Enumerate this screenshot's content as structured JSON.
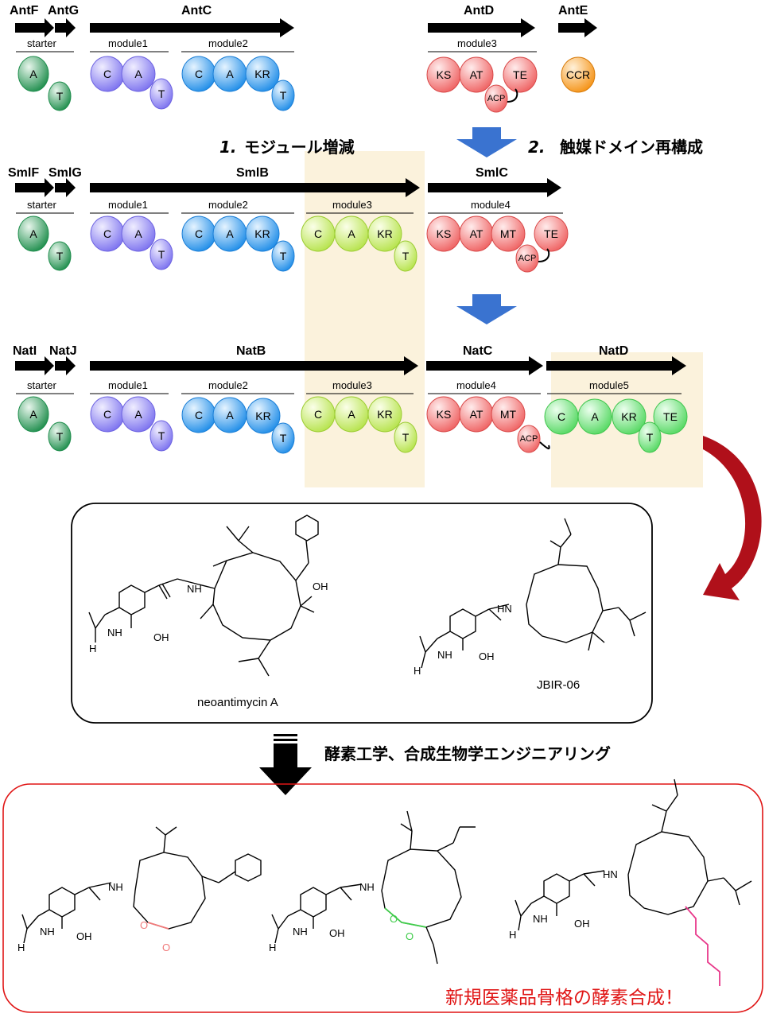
{
  "row1": {
    "genes": [
      "AntF",
      "AntG",
      "AntC",
      "AntD",
      "AntE"
    ],
    "modules": [
      "starter",
      "module1",
      "module2",
      "module3"
    ]
  },
  "row2": {
    "genes": [
      "SmlF",
      "SmlG",
      "SmlB",
      "SmlC"
    ],
    "modules": [
      "starter",
      "module1",
      "module2",
      "module3",
      "module4"
    ]
  },
  "row3": {
    "genes": [
      "NatI",
      "NatJ",
      "NatB",
      "NatC",
      "NatD"
    ],
    "modules": [
      "starter",
      "module1",
      "module2",
      "module3",
      "module4",
      "module5"
    ]
  },
  "steps": {
    "step1_num": "1.",
    "step1_text": "モジュール増減",
    "step2_num": "2.",
    "step2_text": "触媒ドメイン再構成"
  },
  "domains": {
    "A": "A",
    "T": "T",
    "C": "C",
    "KR": "KR",
    "KS": "KS",
    "AT": "AT",
    "TE": "TE",
    "ACP": "ACP",
    "CCR": "CCR",
    "MT": "MT"
  },
  "compounds": {
    "name1": "neoantimycin A",
    "name2": "JBIR-06",
    "atoms": {
      "N": "N",
      "H": "H",
      "NH": "NH",
      "OH": "OH",
      "HN": "HN",
      "O": "O"
    }
  },
  "engineering_label": "酵素工学、合成生物学エンジニアリング",
  "result_label": "新規医薬品骨格の酵素合成！",
  "colors": {
    "starter_green": "#2e9e5e",
    "purple": "#8c84f0",
    "blue": "#3aa0ee",
    "yellow_green": "#c8ec6a",
    "red": "#f27a7a",
    "orange": "#f7a02a",
    "light_green": "#6fe07a",
    "highlight": "#fbf2dc",
    "arrow_blue": "#3a73d0",
    "curve_red": "#b0101a",
    "frame_red": "#e01515",
    "pink": "#e8388a"
  }
}
